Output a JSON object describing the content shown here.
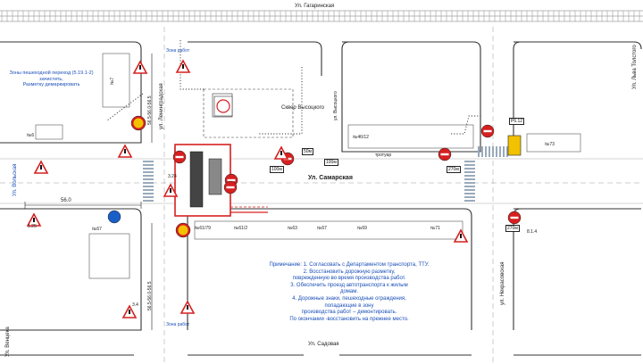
{
  "streets": {
    "top": "Ул. Гагаринская",
    "left_vertical": "ул. Ленинградская",
    "main": "Ул. Самарская",
    "right_vertical": "ул. Некрасовская",
    "bottom": "Ул. Садовая",
    "far_left": "Ул. Венцека",
    "far_right": "Ул. Льва Толстого",
    "square": "Сквер Высоцкого",
    "left_street_short": "Ул. Вольская",
    "vysotsky_small": "ул. Высоцкого"
  },
  "labels": {
    "zone_top": "Зона работ",
    "zone_bottom": "Зона работ",
    "dim_left": "56.0",
    "dim_left_vert": "56.5-56.0-56.5",
    "dim_bottom_vert": "56.5-56.0-56.5",
    "house_left_top": "№6",
    "house_left_mid": "№67",
    "house_left_low": "№7",
    "house_center_top": "№46/12",
    "house_bottom_1": "№61/79",
    "house_bottom_2": "№61/2",
    "house_bottom_3": "№63",
    "house_bottom_4": "№67",
    "house_bottom_5": "№69",
    "house_bottom_6": "№71",
    "house_right": "№73",
    "sidewalk": "тротуар",
    "plate_1": "100м",
    "plate_2": "50м",
    "plate_3": "270м",
    "plate_4": "270м",
    "plate_5": "100м",
    "plate_6": "P6.12",
    "sign_left": "3.24",
    "sign_code_1": "1.25",
    "sign_code_2": "3.4",
    "sign_code_3": "8.1.4"
  },
  "callout_lines": [
    "Зоны пешеходной переход (5.19.1-2)",
    "зачистить,",
    "Разметку демаркировать"
  ],
  "note_lines": [
    "Примечание:   1. Согласовать с Департаментом транспорта, ТТУ.",
    "2. Восстановить дорожную разметку,",
    "поврежденную во время производства работ.",
    "3. Обеспечить проезд автотранспорта к жилым",
    "домам.",
    "4. Дорожные знаки, пешеходные ограждения,",
    "попадающие в зону",
    "производства работ – демонтировать.",
    "По окончании -восстановить на прежнее место."
  ],
  "colors": {
    "roads": "#e5e5e5",
    "block_line": "#333333",
    "worksite": "#d62020",
    "note_text": "#1a4fb8",
    "sign_red": "#d62020",
    "sign_yellow": "#f2c200",
    "sign_blue": "#1a5fc8"
  }
}
